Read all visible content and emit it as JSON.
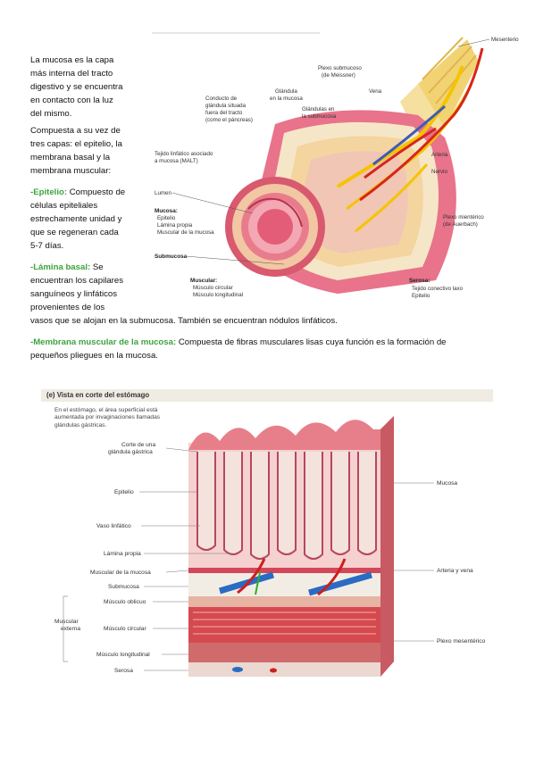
{
  "text": {
    "intro": [
      "La mucosa es la capa",
      "más interna del tracto",
      "digestivo y se encuentra",
      "en contacto con la luz",
      "del mismo."
    ],
    "layers": [
      "Compuesta a su vez de",
      "tres capas: el epitelio, la",
      "membrana basal y la",
      "membrana muscular:"
    ],
    "epitelio_title": "-Epitelio:",
    "epitelio_lines": [
      " Compuesto de",
      "células epiteliales",
      "estrechamente unidad y",
      "que se regeneran cada",
      "5-7 días."
    ],
    "lamina_title": "-Lámina basal:",
    "lamina_lines": [
      " Se",
      "encuentran los capilares",
      "sanguíneos y linfáticos",
      "provenientes de los"
    ],
    "lamina_full": "vasos que se alojan en la submucosa. También se encuentran nódulos linfáticos.",
    "membrana_title": "-Membrana muscular de la mucosa:",
    "membrana_line1": " Compuesta de fibras musculares lisas cuya función es la formación de",
    "membrana_line2": "pequeños pliegues en la mucosa."
  },
  "figure1": {
    "labels": {
      "mesenterio": "Mesenterio",
      "plexo_sub_1": "Plexo submucoso",
      "plexo_sub_2": "(de Meissner)",
      "glandula_mucosa_1": "Glándula",
      "glandula_mucosa_2": "en la mucosa",
      "vena": "Vena",
      "conducto_1": "Conducto de",
      "conducto_2": "glándula situada",
      "conducto_3": "fuera del tracto",
      "conducto_4": "(como el páncreas)",
      "glandulas_sub_1": "Glándulas en",
      "glandulas_sub_2": "la submucosa",
      "malt_1": "Tejido linfático asociado",
      "malt_2": "a mucosa (MALT)",
      "arteria": "Arteria",
      "nervio": "Nervio",
      "lumen": "Lumen",
      "mucosa": "Mucosa:",
      "epitelio": "Epitelio",
      "lamina_propia": "Lámina propia",
      "muscular_mucosa": "Muscular de la mucosa",
      "plexo_mient_1": "Plexo mientérico",
      "plexo_mient_2": "(de Auerbach)",
      "submucosa": "Submucosa",
      "muscular": "Muscular:",
      "musculo_circular": "Músculo circular",
      "musculo_longitudinal": "Músculo longitudinal",
      "serosa": "Serosa:",
      "tejido_conectivo": "Tejido conectivo laxo",
      "epitelio2": "Epitelio"
    }
  },
  "figure2": {
    "header": "(e) Vista en corte del estómago",
    "desc": [
      "En el estómago, el área superficial está",
      "aumentada por invaginaciones llamadas",
      "glándulas gástricas."
    ],
    "labels": {
      "corte_1": "Corte de una",
      "corte_2": "glándula gástrica",
      "epitelio": "Epitelio",
      "vaso_linfatico": "Vaso linfático",
      "lamina_propia": "Lámina propia",
      "muscular_mucosa": "Muscular de la mucosa",
      "submucosa": "Submucosa",
      "musculo_oblicuo": "Músculo oblicuo",
      "muscular_externa_1": "Muscular",
      "muscular_externa_2": "externa",
      "musculo_circular": "Músculo circular",
      "musculo_longitudinal": "Músculo longitudinal",
      "serosa": "Serosa",
      "mucosa": "Mucosa",
      "arteria_vena": "Arteria y vena",
      "plexo": "Plexo mesentérico"
    }
  }
}
